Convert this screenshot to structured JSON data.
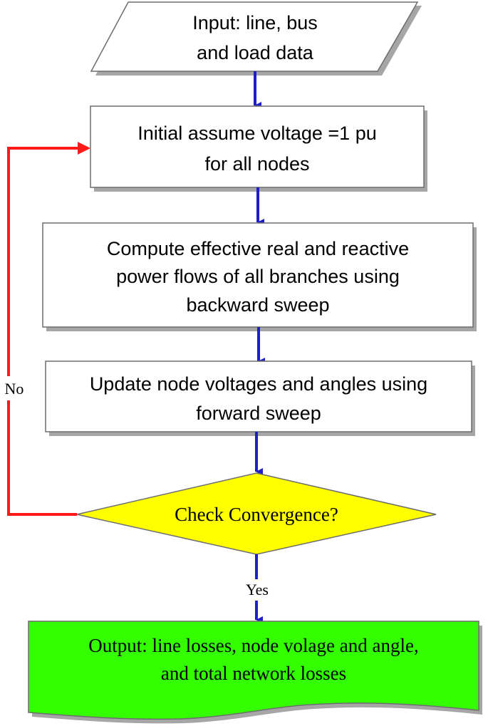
{
  "colors": {
    "flow_arrow": "#1f1fc8",
    "loop_arrow": "#ff1a1a",
    "decision_fill": "#ffff00",
    "output_fill": "#33ff00",
    "box_stroke": "#6d6d6d",
    "shadow": "#a6a6a6"
  },
  "nodes": {
    "input": {
      "line1": "Input: line, bus",
      "line2": "and load data"
    },
    "init": {
      "line1": "Initial assume voltage =1 pu",
      "line2": "for all nodes"
    },
    "backward": {
      "line1": "Compute effective real and reactive",
      "line2": "power flows of all branches using",
      "line3": "backward sweep"
    },
    "forward": {
      "line1": "Update node voltages and angles using",
      "line2": "forward sweep"
    },
    "decision": {
      "label": "Check Convergence?"
    },
    "output": {
      "line1": "Output: line losses, node volage and angle,",
      "line2": "and total network losses"
    }
  },
  "edges": {
    "no_label": "No",
    "yes_label": "Yes"
  }
}
